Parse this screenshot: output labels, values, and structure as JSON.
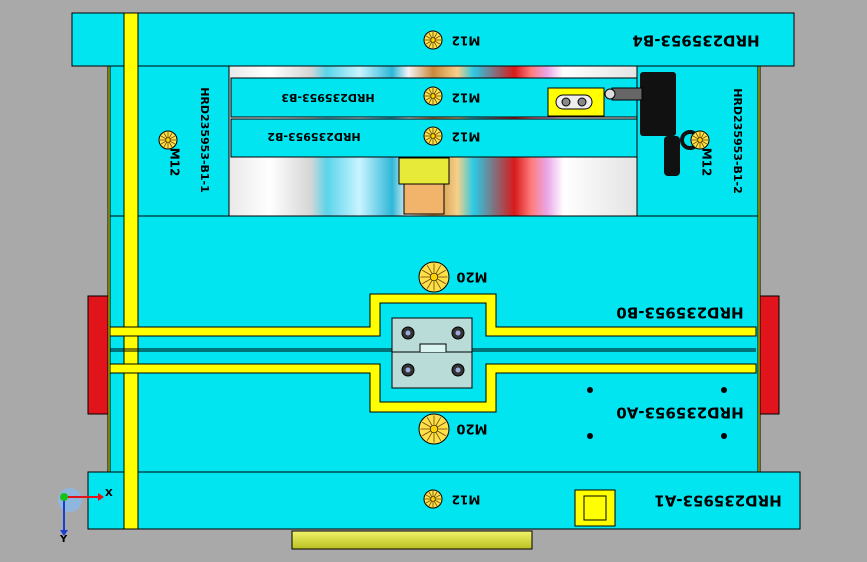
{
  "plates": {
    "b4": {
      "label": "HRD235953-B4"
    },
    "b3": {
      "label": "HRD235953-B3"
    },
    "b2": {
      "label": "HRD235953-B2"
    },
    "b1_1": {
      "label": "HRD235953-B1-1"
    },
    "b1_2": {
      "label": "HRD235953-B1-2"
    },
    "b0": {
      "label": "HRD235953-B0"
    },
    "a0": {
      "label": "HRD235953-A0"
    },
    "a1": {
      "label": "HRD235953-A1"
    }
  },
  "bolts": {
    "m12": "M12",
    "m20": "M20"
  },
  "triad": {
    "x_label": "X",
    "y_label": "Y"
  },
  "colors": {
    "background": "#a9a9a9",
    "plate": "#00e5f0",
    "rail": "#ffff00",
    "red_block": "#e0141a",
    "outline": "#000000"
  }
}
